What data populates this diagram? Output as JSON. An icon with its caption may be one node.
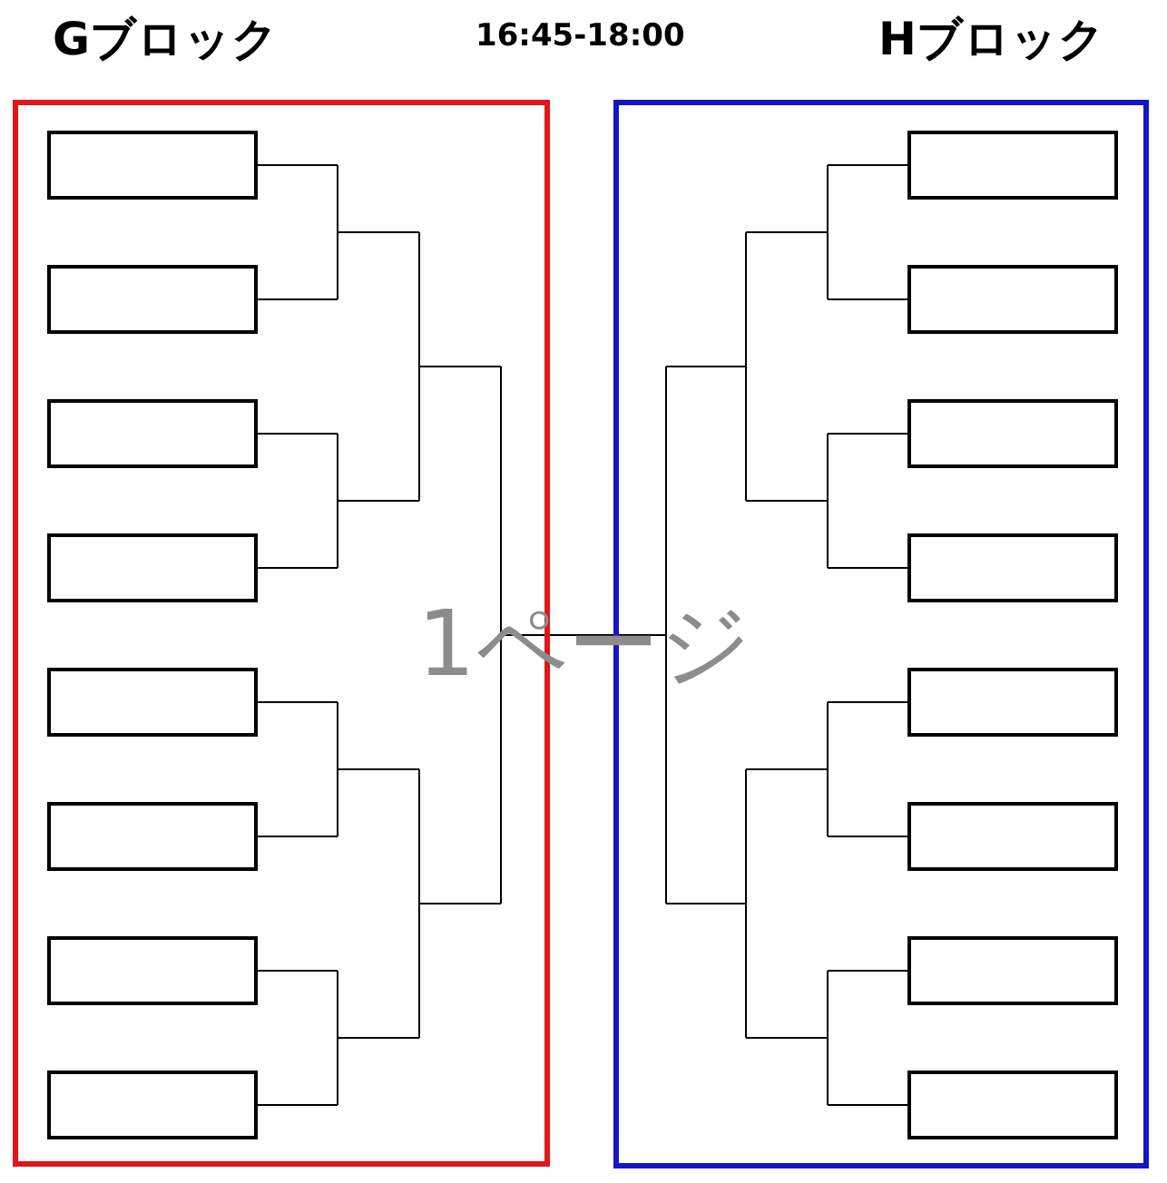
{
  "diagram": {
    "title": "16:45-18:00",
    "nodes": [
      {
        "text": [
          "Gブロック"
        ]
      },
      {
        "text": [],
        "shape": "box",
        "in": 0
      },
      {
        "text": [],
        "shape": "box",
        "in": 0
      },
      {
        "text": [],
        "shape": "box",
        "in": 0
      },
      {
        "text": [],
        "shape": "box",
        "in": 0
      },
      {
        "text": [],
        "shape": "box",
        "in": 0
      },
      {
        "text": [],
        "shape": "box",
        "in": 0
      },
      {
        "text": [],
        "shape": "box",
        "in": 0
      },
      {
        "text": [],
        "shape": "box",
        "in": 0
      },
      {
        "text": [
          "Hブロック"
        ]
      },
      {
        "text": [],
        "shape": "box",
        "in": 9
      },
      {
        "text": [],
        "shape": "box",
        "in": 9
      },
      {
        "text": [],
        "shape": "box",
        "in": 9
      },
      {
        "text": [],
        "shape": "box",
        "in": 9
      },
      {
        "text": [],
        "shape": "box",
        "in": 9
      },
      {
        "text": [],
        "shape": "box",
        "in": 9
      },
      {
        "text": [],
        "shape": "box",
        "in": 9
      },
      {
        "text": [],
        "shape": "box",
        "in": 9
      }
    ],
    "labels": [
      "1ページ"
    ]
  }
}
